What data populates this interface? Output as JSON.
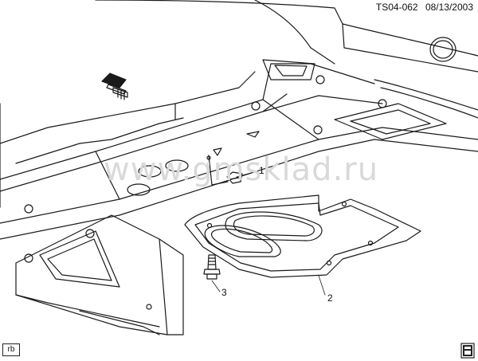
{
  "header": {
    "ref_code": "TS04-062",
    "ref_date": "08/13/2003"
  },
  "watermark": "www.gmsklad.ru",
  "callouts": [
    {
      "id": "1",
      "label": "1"
    },
    {
      "id": "2",
      "label": "2"
    },
    {
      "id": "3",
      "label": "3"
    }
  ],
  "corner_tag": "rb",
  "icons": {
    "front_arrow": "forward-arrow-icon",
    "book": "service-book-icon"
  },
  "colors": {
    "line": "#1a1a1a",
    "watermark": "#d9d9d9",
    "background": "#ffffff"
  }
}
